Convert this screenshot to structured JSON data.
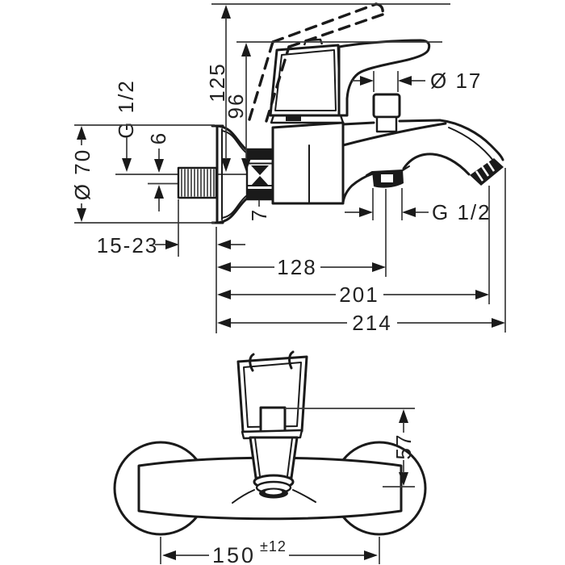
{
  "drawing": {
    "type": "technical-dimension-drawing",
    "colors": {
      "line": "#1a1a1a",
      "text": "#222222",
      "background": "#ffffff"
    }
  },
  "side_view": {
    "dims": {
      "height_to_open_lever": "125",
      "height_to_closed_lever": "96",
      "axis_offset": "6",
      "wall_thread": "G 1/2",
      "escutcheon_diameter": "Ø 70",
      "wall_depth_range": "15-23",
      "nut_width": "7",
      "diverter_diameter": "Ø 17",
      "outlet_thread": "G 1/2",
      "wall_to_outlet": "128",
      "wall_to_spout_end": "201",
      "total_projection": "214"
    }
  },
  "front_view": {
    "dims": {
      "diverter_height": "57",
      "connection_centers": "150",
      "centers_tolerance": "±12"
    }
  }
}
